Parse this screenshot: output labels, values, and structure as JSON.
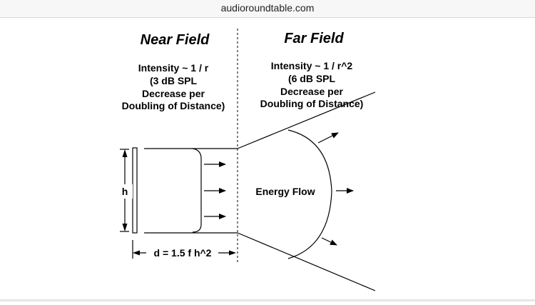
{
  "browser": {
    "url": "audioroundtable.com"
  },
  "diagram": {
    "near_field": {
      "title": "Near Field",
      "lines": [
        "Intensity ~ 1 / r",
        "(3 dB SPL",
        "Decrease per",
        "Doubling of Distance)"
      ]
    },
    "far_field": {
      "title": "Far Field",
      "lines": [
        "Intensity ~ 1 / r^2",
        "(6 dB SPL",
        "Decrease per",
        "Doubling of Distance)"
      ]
    },
    "height_label": "h",
    "distance_label": "d = 1.5 f h^2",
    "energy_label": "Energy Flow"
  }
}
